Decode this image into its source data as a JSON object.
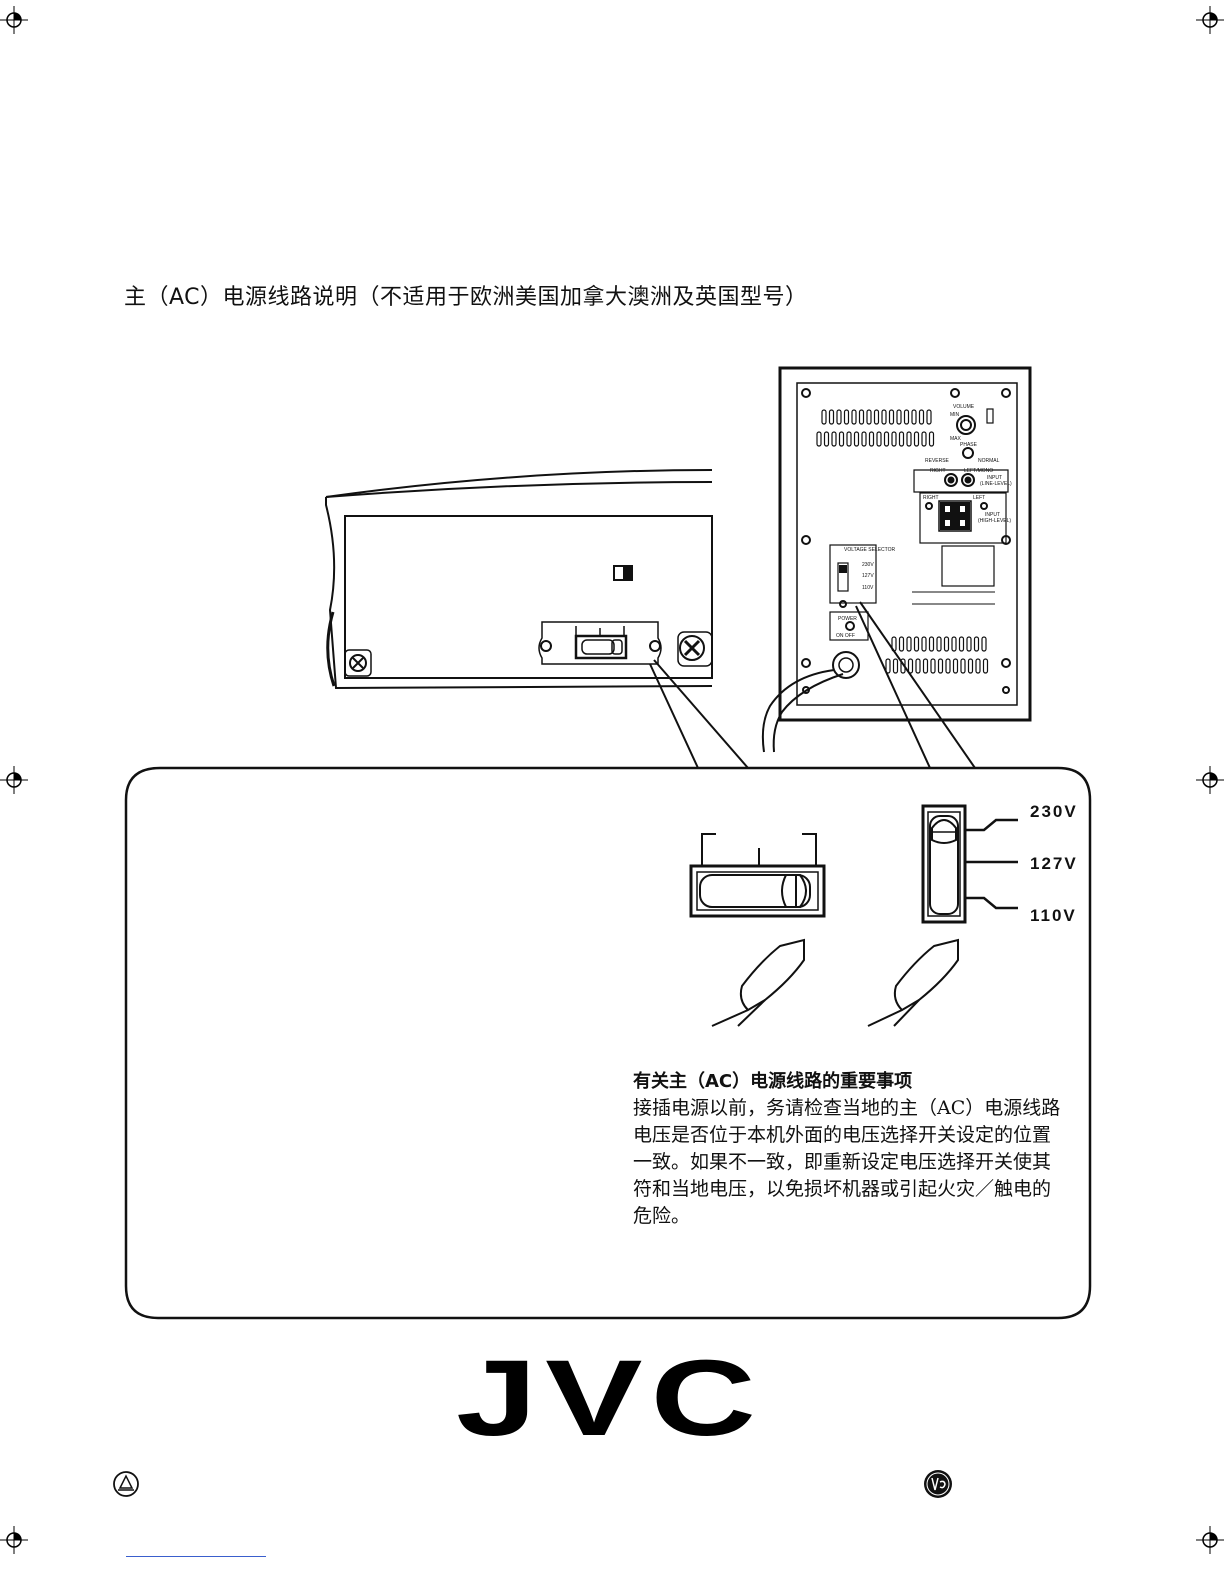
{
  "page": {
    "title": "主（AC）电源线路说明（不适用于欧洲美国加拿大澳洲及英国型号）"
  },
  "figure": {
    "panel_labels": {
      "volume": "VOLUME",
      "min": "MIN",
      "max": "MAX",
      "phase": "PHASE",
      "reverse": "REVERSE",
      "normal": "NORMAL",
      "right": "RIGHT",
      "left_mono": "LEFT/MONO",
      "input_line": "INPUT",
      "line_level": "(LINE-LEVEL)",
      "right2": "RIGHT",
      "left2": "LEFT",
      "input_high": "INPUT",
      "high_level": "(HIGH-LEVEL)",
      "voltage_selector": "VOLTAGE SELECTOR",
      "v230_small": "230V",
      "v127_small": "127V",
      "v110_small": "110V",
      "power": "POWER",
      "on_off": "ON OFF"
    },
    "voltage_options": [
      "230V",
      "127V",
      "110V"
    ]
  },
  "notice": {
    "heading": "有关主（AC）电源线路的重要事项",
    "body": "接插电源以前，务请检查当地的主（AC）电源线路电压是否位于本机外面的电压选择开关设定的位置一致。如果不一致，即重新设定电压选择开关使其符和当地电压，以免损坏机器或引起火灾／触电的危险。"
  },
  "brand": {
    "logo": "JVC"
  }
}
